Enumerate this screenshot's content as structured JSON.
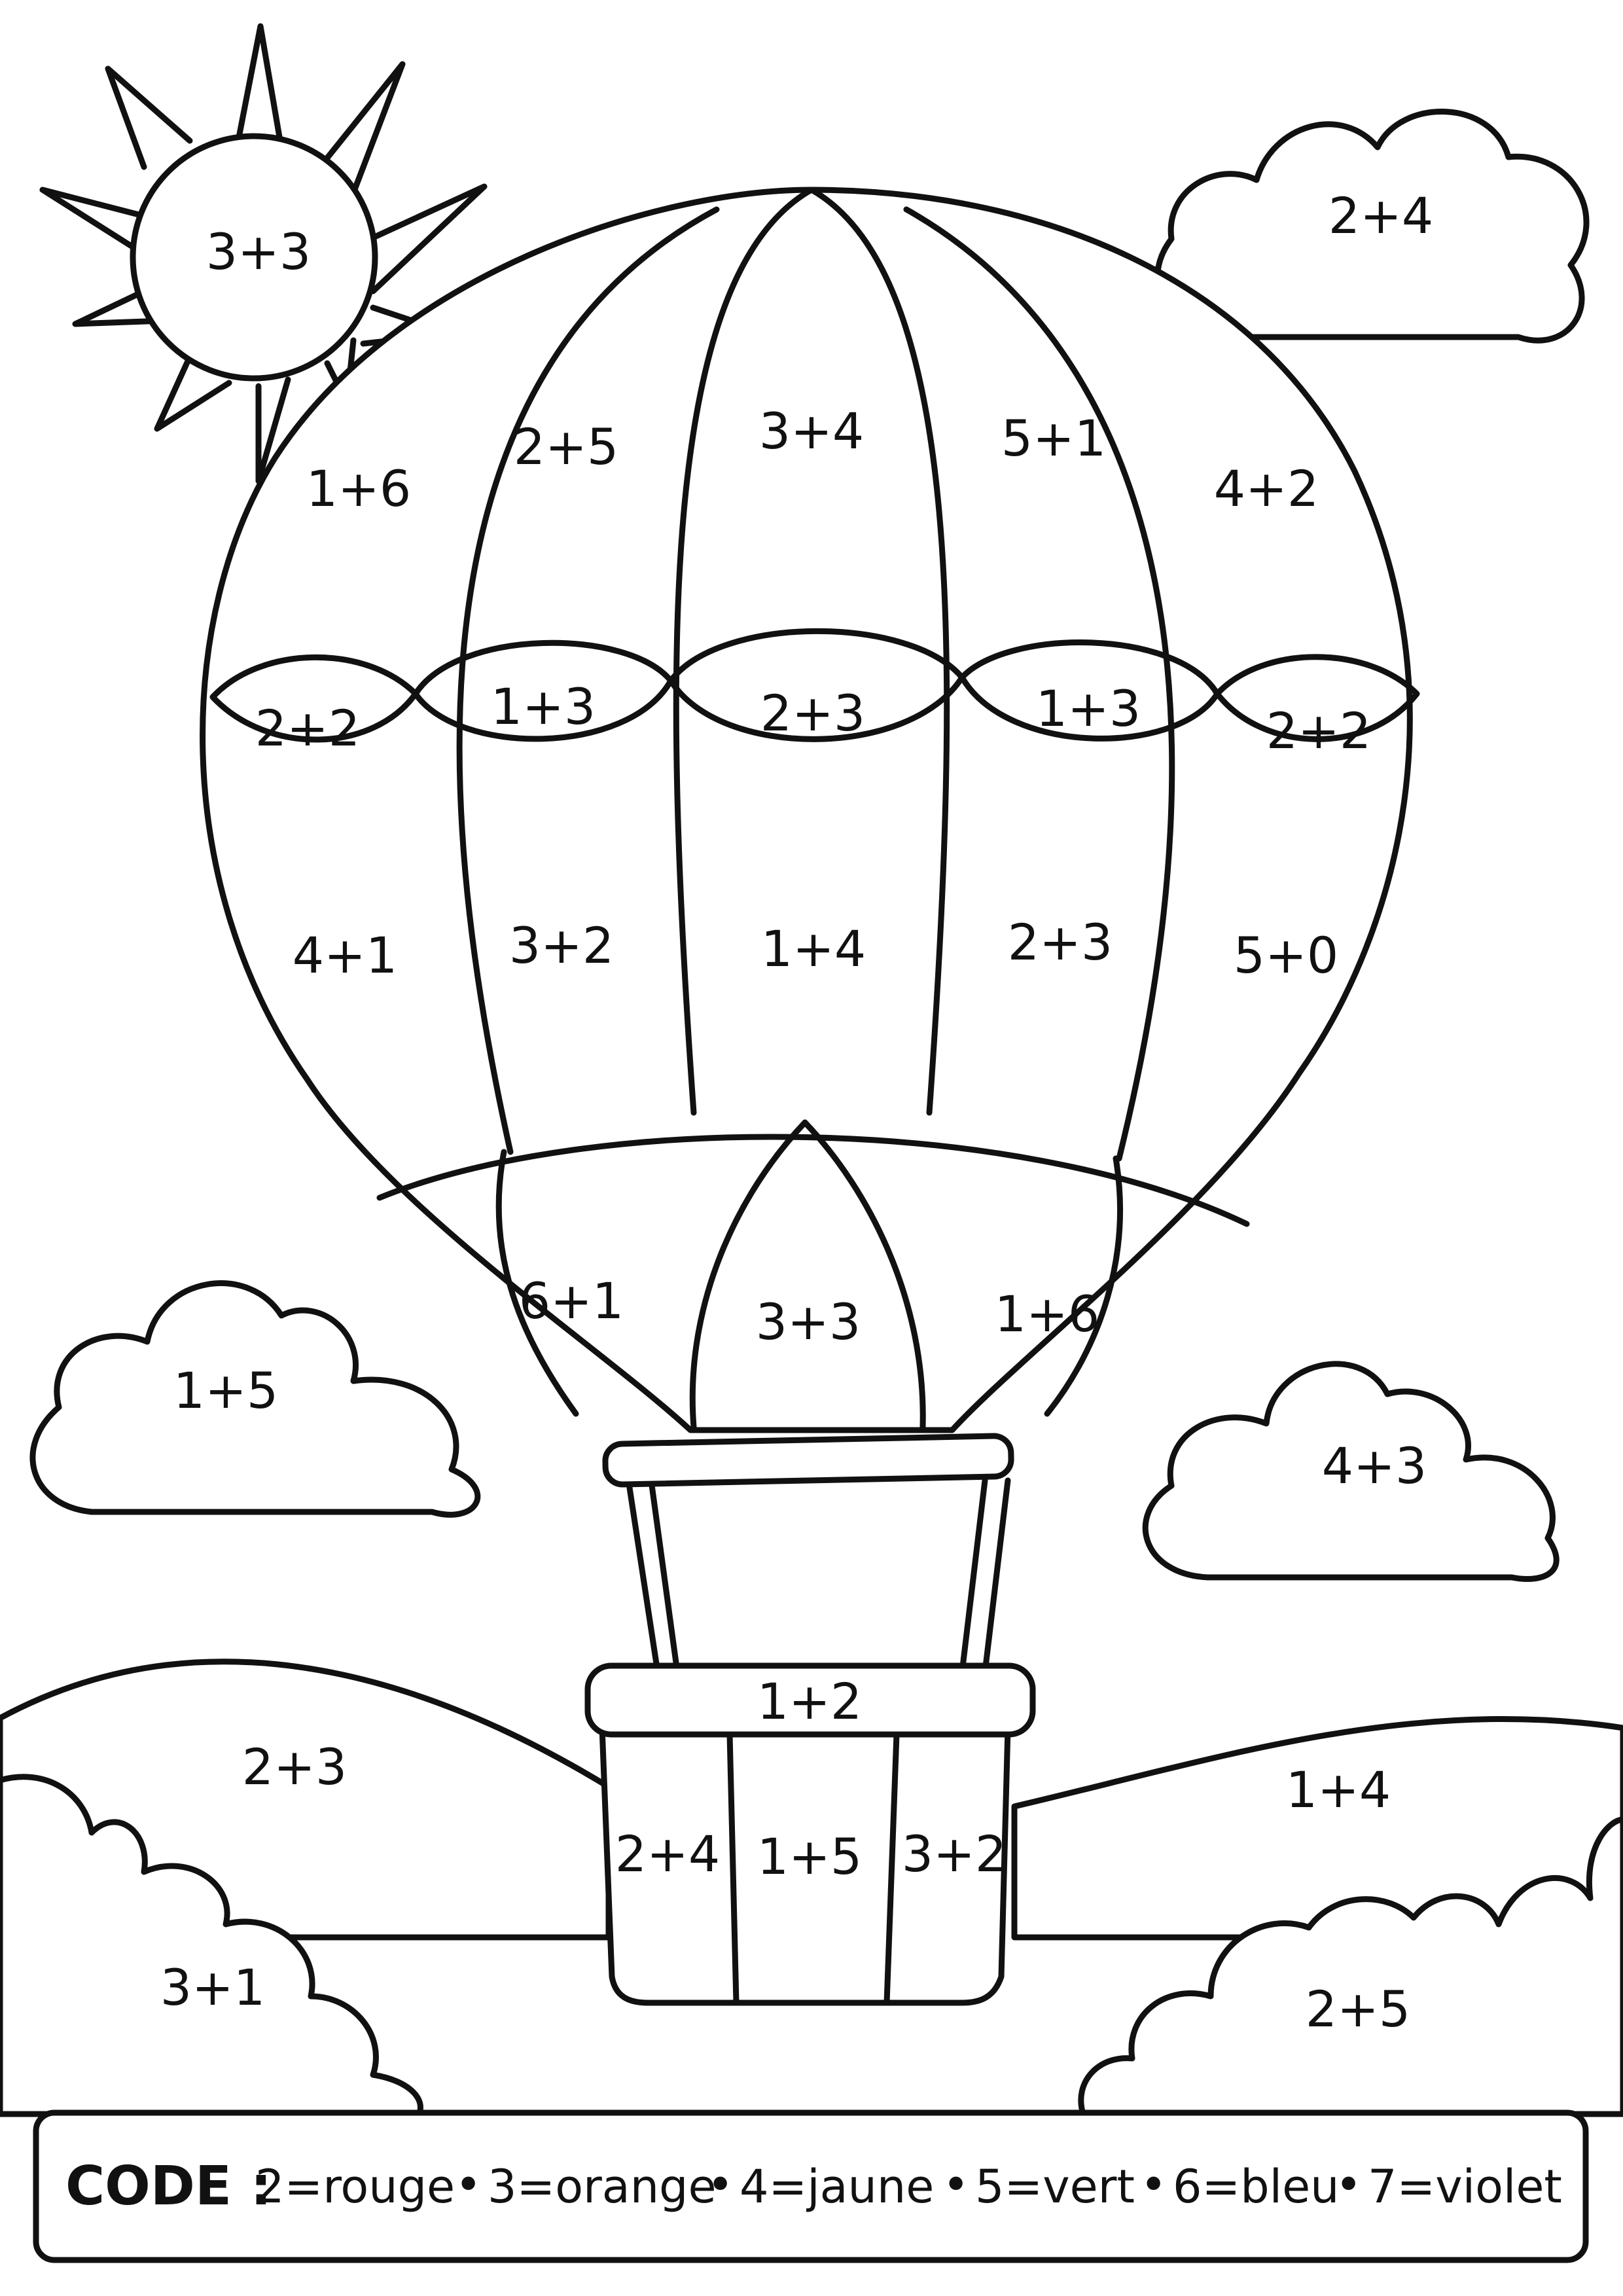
{
  "sun": {
    "label": "3+3"
  },
  "clouds": {
    "top_right": "2+4",
    "left": "1+5",
    "right": "4+3"
  },
  "balloon": {
    "top_row": [
      "1+6",
      "2+5",
      "3+4",
      "5+1",
      "4+2"
    ],
    "scallop_row": [
      "2+2",
      "1+3",
      "2+3",
      "1+3",
      "2+2"
    ],
    "middle_row": [
      "4+1",
      "3+2",
      "1+4",
      "2+3",
      "5+0"
    ],
    "bottom_row": [
      "6+1",
      "3+3",
      "1+6"
    ]
  },
  "basket": {
    "rim": "1+2",
    "panels": [
      "2+4",
      "1+5",
      "3+2"
    ]
  },
  "hills": {
    "left": "2+3",
    "right": "1+4"
  },
  "bushes": {
    "left": "3+1",
    "right": "2+5"
  },
  "code": {
    "label": "CODE :",
    "separator": "•",
    "items": [
      "2=rouge",
      "3=orange",
      "4=jaune",
      "5=vert",
      "6=bleu",
      "7=violet"
    ]
  }
}
